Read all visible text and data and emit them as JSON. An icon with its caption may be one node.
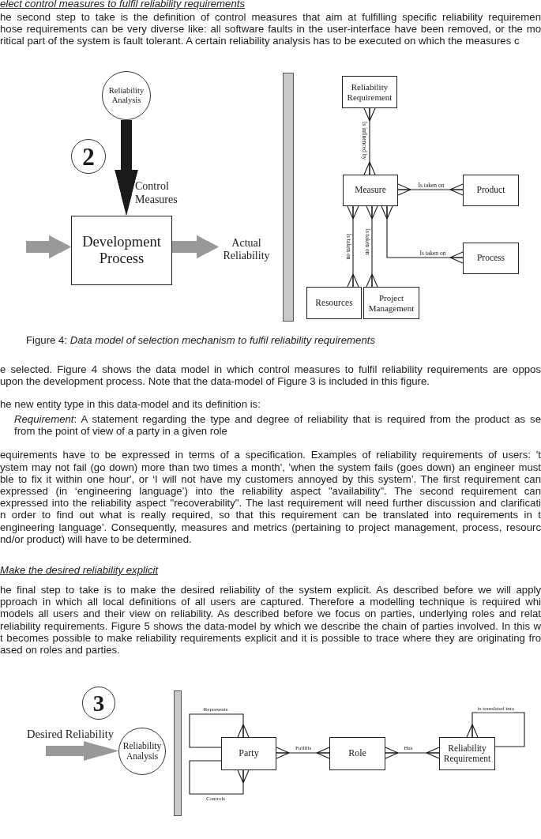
{
  "diagram": {
    "caption": "Figure 4: *Data model of selection mechanism to fulfil reliability requirements*",
    "nodes": [
      {
        "text": [
          "Reliability Analysis"
        ]
      },
      {
        "text": [
          "2"
        ]
      },
      {
        "text": [
          "Development Process"
        ]
      },
      {
        "text": [
          "Actual Reliability"
        ]
      },
      {
        "text": [],
        "shape": "bar"
      },
      {
        "text": [
          "Reliability Requirement"
        ]
      },
      {
        "text": [
          "Measure"
        ]
      },
      {
        "text": [
          "Product"
        ]
      },
      {
        "text": [
          "Process"
        ]
      },
      {
        "text": [
          "Resources"
        ]
      },
      {
        "text": [
          "Project Management"
        ]
      },
      {
        "text": [
          "3"
        ]
      },
      {
        "text": [
          "Reliability Analysis"
        ]
      },
      {
        "text": [],
        "shape": "bar"
      },
      {
        "text": [
          "Party"
        ]
      },
      {
        "text": [
          "Role"
        ]
      },
      {
        "text": [
          "Reliability Requirement"
        ]
      }
    ],
    "edges": [
      {
        "from": 0,
        "to": 2,
        "arrow": "to",
        "style": "thick",
        "label": "Control Measures"
      },
      {
        "from": null,
        "to": 2,
        "arrow": "to",
        "style": "thick",
        "color": "#999999"
      },
      {
        "from": 2,
        "to": 3,
        "arrow": "to",
        "style": "thick",
        "color": "#999999"
      },
      {
        "from": 5,
        "to": 6,
        "arrow": "other",
        "label": "Is influenced by"
      },
      {
        "from": 6,
        "to": 7,
        "arrow": "other",
        "label": "Is taken on"
      },
      {
        "from": 6,
        "to": 9,
        "arrow": "other",
        "label": "Is taken on"
      },
      {
        "from": 6,
        "to": 10,
        "arrow": "other",
        "label": "Is taken on"
      },
      {
        "from": 6,
        "to": 8,
        "arrow": "other",
        "label": "Is taken on"
      },
      {
        "from": null,
        "to": 12,
        "arrow": "to",
        "style": "thick",
        "color": "#999999",
        "label": "Desired Reliability"
      },
      {
        "from": 14,
        "to": 14,
        "arrow": "other",
        "label": "Represents"
      },
      {
        "from": 14,
        "to": 14,
        "arrow": "other",
        "label": "Controls"
      },
      {
        "from": 14,
        "to": 15,
        "arrow": "other",
        "label": "Fulfills"
      },
      {
        "from": 15,
        "to": 16,
        "arrow": "other",
        "label": "Has"
      },
      {
        "from": 16,
        "to": 16,
        "arrow": "other",
        "label": "is translated into"
      }
    ],
    "labels": [
      "elect control measures to fulfil reliability requirements",
      "he second step to take is the definition of control measures that aim at fulfilling specific reliability requiremen hose requirements can be very diverse like: all software faults in the user-interface have been removed, or the mo ritical part of the system is fault tolerant. A certain reliability analysis has to be executed on which the measures c",
      "e selected. Figure 4 shows the data model in which control measures to fulfil reliability requirements are oppos upon the development process. Note that the data-model of Figure 3 is included in this figure.",
      "he new entity type in this data-model and its definition is:",
      "*Requirement*: A statement regarding the type and degree of reliability that is required from the product as se from the point of view of a party in a given role",
      "equirements have to be expressed in terms of a specification. Examples of reliability requirements of users: 't ystem may not fail (go down) more than two times a month', 'when the system fails (goes down) an engineer must ble to fix it within one hour', or ‘I will not have my customers annoyed by this system’. The first requirement can expressed (in ‘engineering language’) into the reliability aspect \"availability\". The second requirement can expressed into the reliability aspect \"recoverability\". The last requirement will need further discussion and clarificati n order to find out what is really required, so that this requirement can be translated into requirements in t engineering language'. Consequently, measures and metrics (pertaining to project management, process, resourc nd/or product) will have to be determined.",
      "Make the desired reliability explicit",
      "he final step to take is to make the desired reliability of the system explicit. As described before we will apply pproach in which all local definitions of all users are captured. Therefore a modelling technique is required whi models all users and their view on reliability. As described before we focus on parties, underlying roles and relat reliability requirements. Figure 5 shows the data-model by which we describe the chain of parties involved. In this w t becomes possible to make reliability requirements explicit and it is possible to trace where they are originating fro ased on roles and parties."
    ]
  }
}
